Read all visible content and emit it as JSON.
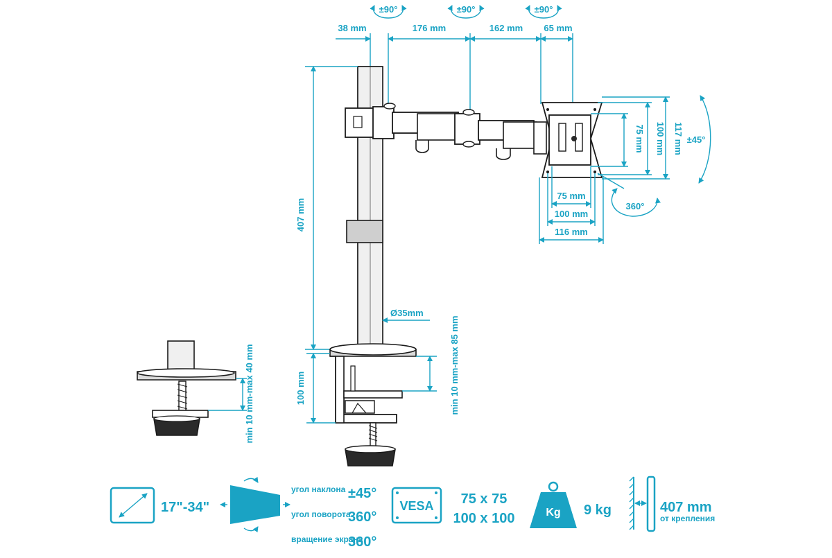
{
  "colors": {
    "accent": "#1aa3c4",
    "line": "#1a1a1a"
  },
  "rotation_labels": {
    "arm1": "±90°",
    "arm2": "±90°",
    "arm3": "±90°",
    "tilt": "±45°",
    "rotate": "360°"
  },
  "top_dimensions": {
    "d1": "38 mm",
    "d2": "176 mm",
    "d3": "162 mm",
    "d4": "65 mm"
  },
  "pole": {
    "height": "407 mm",
    "diameter": "Ø35mm"
  },
  "vesa_plate": {
    "h75": "75 mm",
    "h100": "100 mm",
    "h117": "117 mm",
    "w75": "75 mm",
    "w100": "100 mm",
    "w116": "116 mm"
  },
  "clamp": {
    "height": "100 mm",
    "range": "min 10 mm-max 85 mm"
  },
  "grommet": {
    "range": "min 10 mm-max 40 mm"
  },
  "specs": {
    "screen_size": "17\"-34\"",
    "tilt_label": "угол наклона",
    "tilt_value": "±45°",
    "swivel_label": "угол поворота",
    "swivel_value": "360°",
    "rotation_label": "вращение экрана",
    "rotation_value": "360°",
    "vesa_badge": "VESA",
    "vesa_small": "75 x 75",
    "vesa_large": "100 x 100",
    "weight_badge": "Kg",
    "weight_value": "9 kg",
    "height_value": "407 mm",
    "height_note": "от крепления"
  }
}
